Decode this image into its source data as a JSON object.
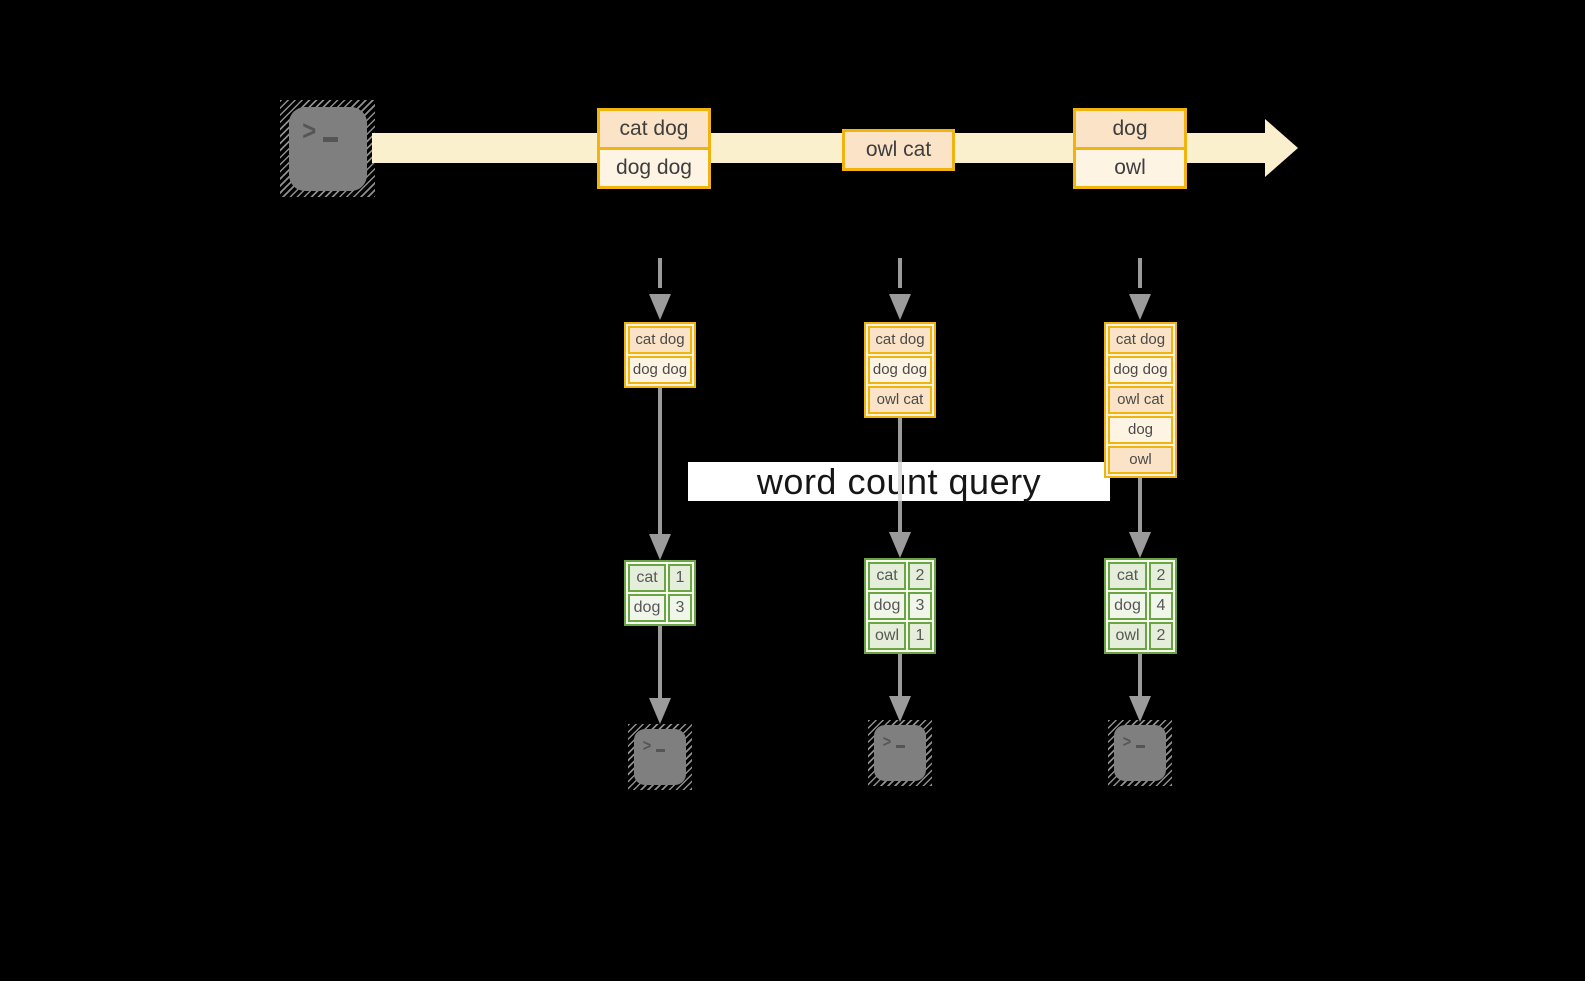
{
  "query": {
    "label": "word count query"
  },
  "terminal": {
    "chevron": ">"
  },
  "stream": {
    "batches": [
      {
        "records": [
          "cat dog",
          "dog dog"
        ]
      },
      {
        "records": [
          "owl cat"
        ]
      },
      {
        "records": [
          "dog",
          "owl"
        ]
      }
    ]
  },
  "columns": [
    {
      "state": [
        "cat dog",
        "dog dog"
      ],
      "counts": [
        {
          "word": "cat",
          "count": "1"
        },
        {
          "word": "dog",
          "count": "3"
        }
      ]
    },
    {
      "state": [
        "cat dog",
        "dog dog",
        "owl cat"
      ],
      "counts": [
        {
          "word": "cat",
          "count": "2"
        },
        {
          "word": "dog",
          "count": "3"
        },
        {
          "word": "owl",
          "count": "1"
        }
      ]
    },
    {
      "state": [
        "cat dog",
        "dog dog",
        "owl cat",
        "dog",
        "owl"
      ],
      "counts": [
        {
          "word": "cat",
          "count": "2"
        },
        {
          "word": "dog",
          "count": "4"
        },
        {
          "word": "owl",
          "count": "2"
        }
      ]
    }
  ],
  "colors": {
    "background": "#000000",
    "stream_arrow": "#FBF0CE",
    "record_border": "#F1B40E",
    "record_fill_dark": "#FAE3C6",
    "record_fill_light": "#FDF4E3",
    "table_border": "#6BA442",
    "table_fill_dark": "#E5EEDA",
    "table_fill_light": "#F1F6EB",
    "connector_gray": "#9B9B9B",
    "terminal_gray": "#7F7F7F",
    "query_band": "#FFFFFF"
  }
}
